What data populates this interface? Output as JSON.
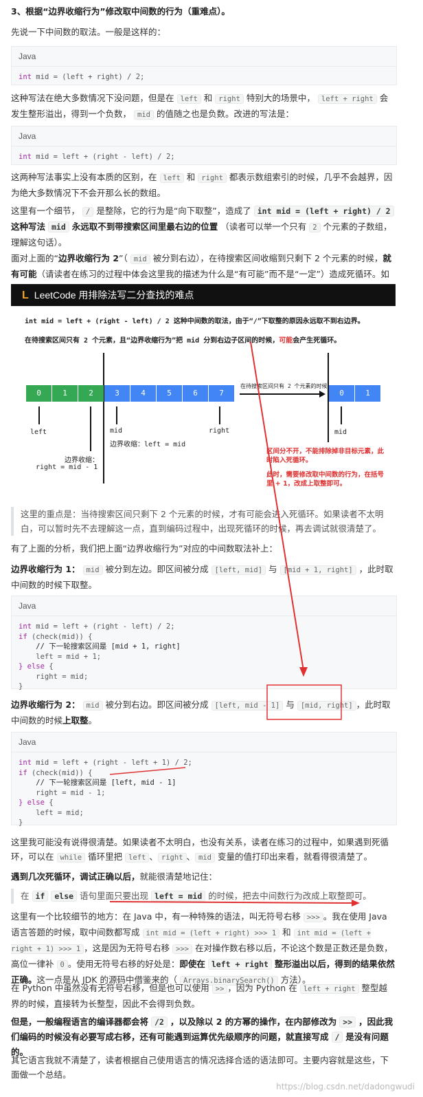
{
  "heading": "3、根据“边界收缩行为”修改取中间数的行为（重难点）。",
  "intro": "先说一下中间数的取法。一般是这样的：",
  "code1": {
    "lang": "Java",
    "line": "int mid = (left + right) / 2;"
  },
  "p_overflow": {
    "t1": "这种写法在绝大多数情况下没问题，但是在",
    "c1": "left",
    "t2": "和",
    "c2": "right",
    "t3": "特别大的场景中，",
    "c3": "left + right",
    "t4": "会发生整形溢出，得到一个负数，",
    "c4": "mid",
    "t5": "的值随之也是负数。改进的写法是："
  },
  "code2": {
    "lang": "Java",
    "line": "int mid = left + (right - left) / 2;"
  },
  "p_same": {
    "t1": "这两种写法事实上没有本质的区别，在",
    "c1": "left",
    "t2": "和",
    "c2": "right",
    "t3": "都表示数组索引的时候，几乎不会越界，因为绝大多数情况下不会开那么长的数组。"
  },
  "p_detail": {
    "t1": "这里有一个细节，",
    "c1": "/",
    "t2": "是整除，它的行为是“向下取整”，造成了",
    "c2": "int mid = (left + right) / 2",
    "t3": "这种写法",
    "c3": "mid",
    "t4": "永远取不到带搜索区间里最右边的位置",
    "t5": "（读者可以举一个只有",
    "c4": "2",
    "t6": "个元素的子数组，理解这句话）。"
  },
  "p_face": {
    "t1": "面对上面的“",
    "b1": "边界收缩行为 2",
    "t2": "”（",
    "c1": "mid",
    "t3": "被分到右边），在待搜索区间收缩到只剩下 2 个元素的时候，",
    "b2": "就有可能",
    "t4": "（请读者在练习的过程中体会这里我的描述为什么是“有可能”而不是“一定”）造成死循环。如下图："
  },
  "diagram": {
    "banner_logo": "L",
    "banner_title": "LeetCode 用排除法写二分查找的难点",
    "line1": "int mid = left + (right - left) / 2 这种中间数的取法，由于“/”下取整的原因永远取不到右边界。",
    "line2a": "在待搜索区间只有 2 个元素，且“边界收缩行为”把 mid 分到右边子区间的时候，",
    "line2b": "可能",
    "line2c": "会产生死循环。",
    "cells_left": [
      "0",
      "1",
      "2"
    ],
    "cells_right": [
      "3",
      "4",
      "5",
      "6",
      "7"
    ],
    "cells_after": [
      "0",
      "1"
    ],
    "arrow_caption": "在待搜索区间只有 2 个元素的时候",
    "lbl_left": "left",
    "lbl_mid": "mid",
    "lbl_mid_shrink": "边界收缩：left = mid",
    "lbl_right": "right",
    "lbl_shrink2a": "边界收缩：",
    "lbl_shrink2b": "right = mid - 1",
    "lbl_mid2": "mid",
    "note1": "区间分不开，不能排除掉非目标元素，此时陷入死循环。",
    "note2": "此时，需要修改取中间数的行为，在括号里 + 1，改成上取整即可。"
  },
  "quote1": "这里的重点是：当待搜索区间只剩下 2 个元素的时候，才有可能会进入死循环。如果读者不太明白，可以暂时先不去理解这一点，直到编码过程中，出现死循环的时候，再去调试就很清楚了。",
  "p_after": "有了上面的分析，我们把上面“边界收缩行为”对应的中间数取法补上：",
  "p_b1": {
    "b": "边界收缩行为 1：",
    "c1": "mid",
    "t1": "被分到左边。即区间被分成",
    "c2": "[left, mid]",
    "t2": "与",
    "c3": "[mid + 1, right]",
    "t3": "，此时取中间数的时候下取整。"
  },
  "code3": {
    "lang": "Java",
    "lines": [
      "int mid = left + (right - left) / 2;",
      "if (check(mid)) {",
      "    // 下一轮搜索区间是 [mid + 1, right]",
      "    left = mid + 1;",
      "} else {",
      "    right = mid;",
      "}"
    ]
  },
  "p_b2": {
    "b": "边界收缩行为 2：",
    "c1": "mid",
    "t1": "被分到右边。即区间被分成",
    "c2": "[left, mid - 1]",
    "t2": "与",
    "c3": "[mid, right]",
    "t3": "，此时取中间数的时候",
    "b2": "上取整",
    "t4": "。"
  },
  "code4": {
    "lang": "Java",
    "lines": [
      "int mid = left + (right - left + 1) / 2;",
      "if (check(mid)) {",
      "    // 下一轮搜索区间是 [left, mid - 1]",
      "    right = mid - 1;",
      "} else {",
      "    left = mid;",
      "}"
    ]
  },
  "p_maybe": {
    "t1": "这里我可能没有说得很清楚。如果读者不太明白，也没有关系，读者在练习的过程中，如果遇到死循环，可以在",
    "c1": "while",
    "t2": "循环里把",
    "c2": "left",
    "t3": "、",
    "c3": "right",
    "t4": "、",
    "c4": "mid",
    "t5": "变量的值打印出来看，就看得很清楚了。"
  },
  "p_meet": {
    "b": "遇到几次死循环，调试正确以后，",
    "t": "就能很清楚地记住："
  },
  "quote2": {
    "t1": "在",
    "c1": "if",
    "c2": "else",
    "t2": "语句里面只要出现",
    "c3": "left = mid",
    "t3": "的时候，把去中间数行为改成上取整即可。"
  },
  "p_java": {
    "t1": "这里有一个比较细节的地方：在 Java 中，有一种特殊的语法，叫无符号右移",
    "c1": ">>>",
    "t2": "。我在使用 Java 语言答题的时候，取中间数都写成",
    "c2": "int mid = (left + right) >>> 1",
    "t3": "和",
    "c3": "int mid = (left + right + 1) >>> 1",
    "t4": "，这是因为无符号右移",
    "c4": ">>>",
    "t5": "在对操作数右移以后，不论这个数是正数还是负数，高位一律补",
    "c5": "0",
    "t6": "。使用无符号右移的好处是：",
    "b1": "即使在",
    "c6": "left + right",
    "b2": "整形溢出以后，得到的结果依然正确。",
    "t7": "这一点是从 JDK 的源码中借鉴来的（",
    "c7": "Arrays.binarySearch()",
    "t8": "方法）。"
  },
  "p_python": {
    "t1": "在 Python 中虽然没有无符号右移，但是也可以使用",
    "c1": ">>",
    "t2": "，因为 Python 在",
    "c2": "left + right",
    "t3": "整型越界的时候，直接转为长整型，因此不会得到负数。"
  },
  "p_general": {
    "b1": "但是，一般编程语言的编译器都会将",
    "c1": "/2",
    "b2": "，以及除以 2 的方幂的操作，在内部修改为",
    "c2": ">>",
    "b3": "，因此我们编码的时候没有必要写成右移，还有可能遇到运算优先级顺序的问题，就直接写成",
    "c3": "/",
    "b4": "是没有问题的。"
  },
  "p_end": "其它语言我就不清楚了，读者根据自己使用语言的情况选择合适的语法即可。主要内容就是这些，下面做一个总结。",
  "watermark": "https://blog.csdn.net/dadongwudi"
}
